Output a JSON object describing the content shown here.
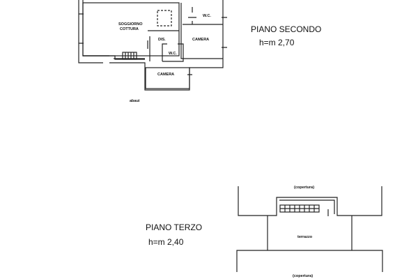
{
  "second_floor": {
    "title": "PIANO SECONDO",
    "height": "h=m 2,70",
    "rooms": {
      "living": "SOGGIORNO",
      "kitchen": "COTTURA",
      "hall": "DIS.",
      "wc1": "W.C.",
      "wc2": "W.C.",
      "bedroom1": "CAMERA",
      "bedroom2": "CAMERA"
    },
    "note": "abaui"
  },
  "third_floor": {
    "title": "PIANO TERZO",
    "height": "h=m 2,40",
    "labels": {
      "roof_top": "(copertura)",
      "terrace": "terrazzo",
      "roof_bottom": "(copertura)"
    }
  }
}
